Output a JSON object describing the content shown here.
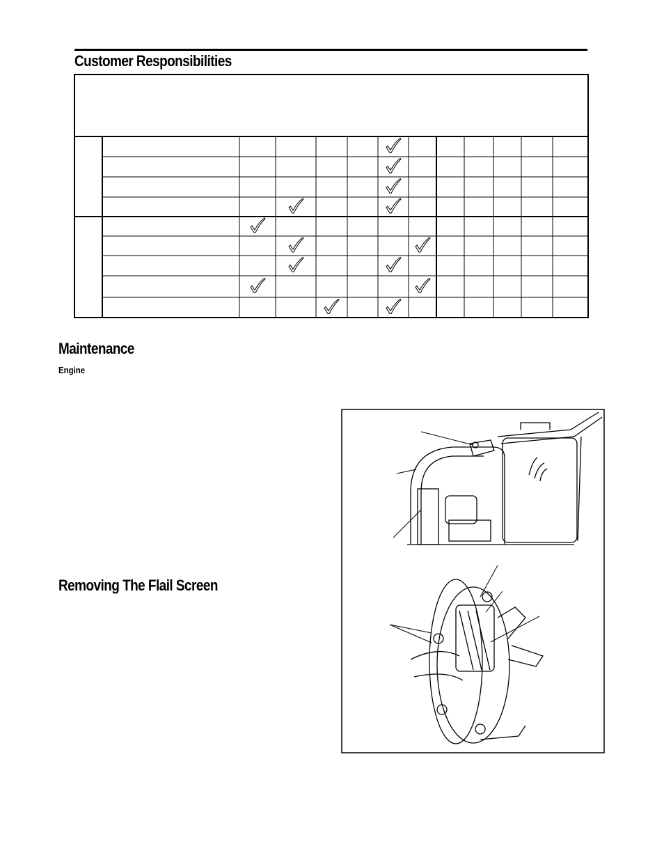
{
  "header": {
    "title": "Customer Responsibilities"
  },
  "schedule": {
    "groups": [
      {
        "rows": [
          [
            5
          ],
          [
            5
          ],
          [
            5
          ],
          [
            2,
            5
          ]
        ]
      },
      {
        "rows": [
          [
            1
          ],
          [
            2,
            6
          ],
          [
            2,
            5
          ],
          [
            1,
            6
          ],
          [
            3,
            5
          ]
        ]
      }
    ]
  },
  "sections": {
    "maintenance": {
      "title": "Maintenance",
      "subheading": "Engine"
    },
    "flail_screen": {
      "title": "Removing The Flail Screen"
    }
  }
}
